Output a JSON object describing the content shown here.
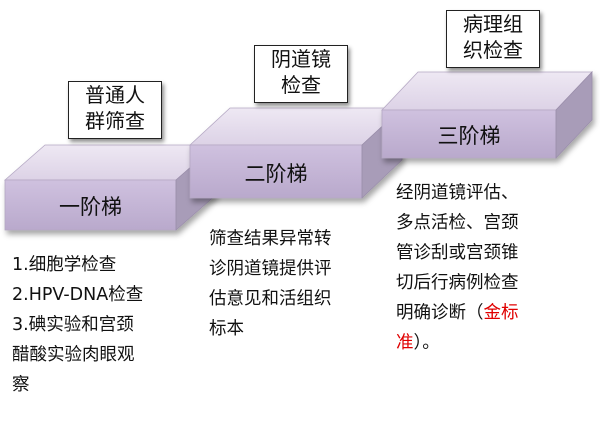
{
  "boxes": {
    "step1": [
      "普通人",
      "群筛查"
    ],
    "step2": [
      "阴道镜",
      "检查"
    ],
    "step3": [
      "病理组",
      "织检查"
    ]
  },
  "steps": {
    "step1": "一阶梯",
    "step2": "二阶梯",
    "step3": "三阶梯"
  },
  "desc1": {
    "lines": [
      "1.细胞学检查",
      "2.HPV-DNA检查",
      "3.碘实验和宫颈",
      "醋酸实验肉眼观",
      "察"
    ]
  },
  "desc2": {
    "lines": [
      "筛查结果异常转",
      "诊阴道镜提供评",
      "估意见和活组织",
      "标本"
    ]
  },
  "desc3": {
    "lines": [
      "经阴道镜评估、",
      "多点活检、宫颈",
      "管诊刮或宫颈锥",
      "切后行病例检查",
      "明确诊断（"
    ],
    "red1": "金标",
    "red2": "准",
    "tail": "）。"
  },
  "colors": {
    "step_top": "#e4dcec",
    "step_front": "#cbbcdc",
    "step_side": "#a79bb6",
    "highlight": "#e00000"
  }
}
